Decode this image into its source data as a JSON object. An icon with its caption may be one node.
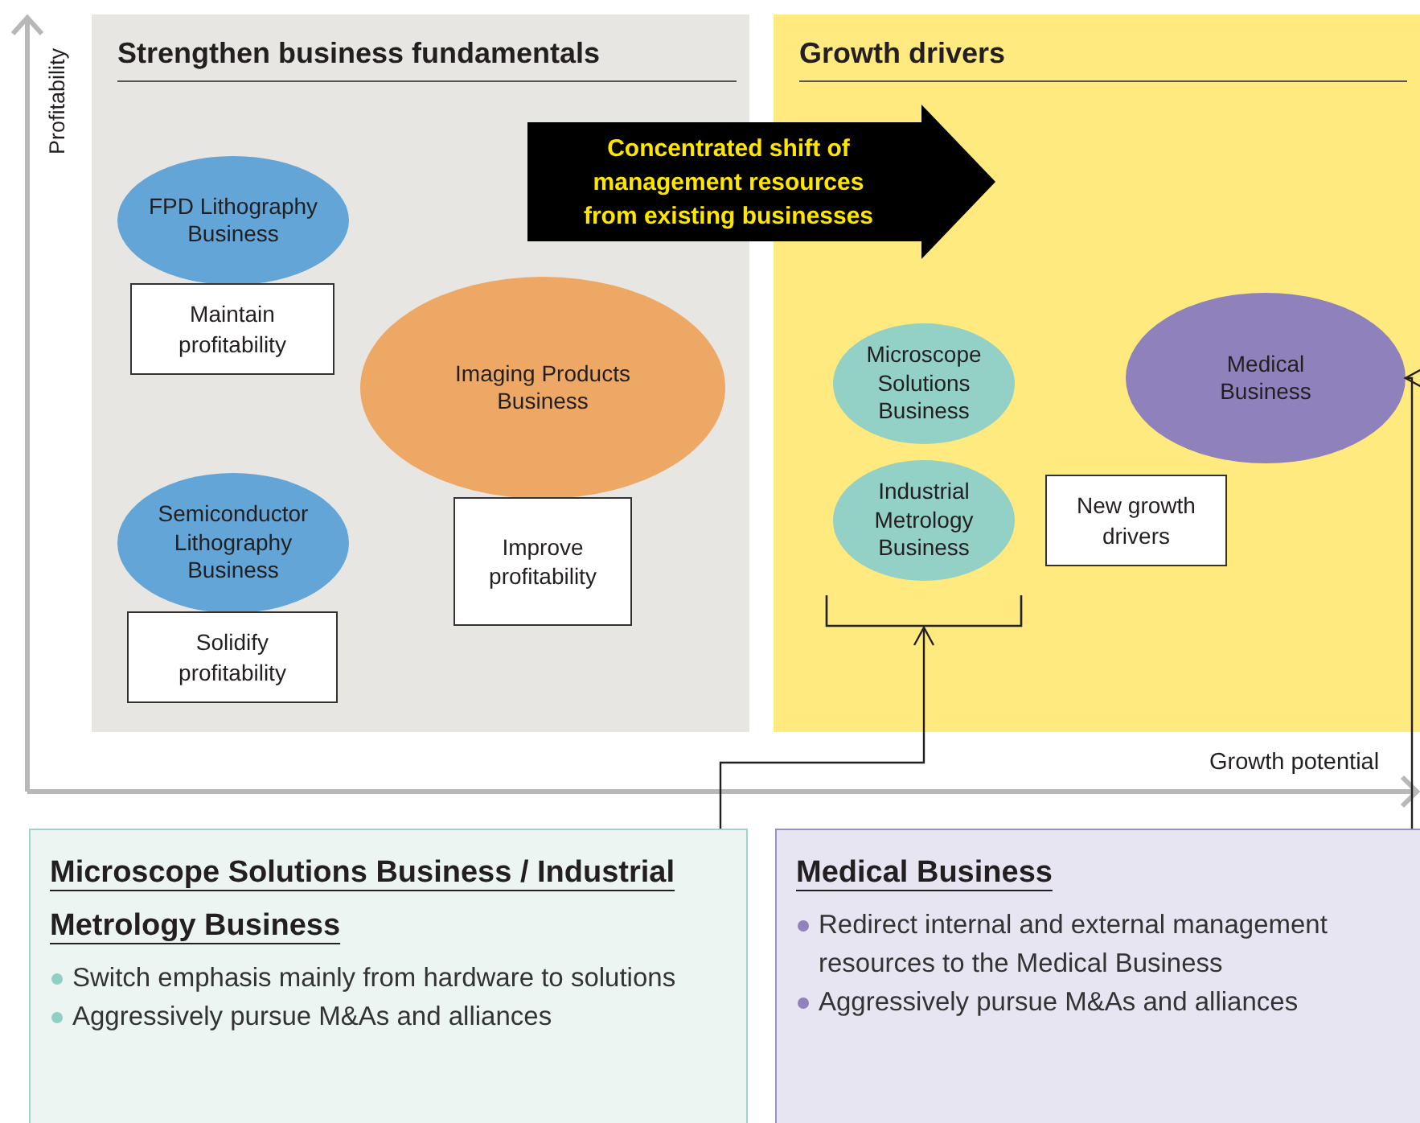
{
  "diagram": {
    "nodes": [
      {
        "text": [
          "Strengthen business fundamentals"
        ]
      },
      {
        "text": [
          "FPD Lithography Business"
        ],
        "in": 0
      },
      {
        "text": [
          "Maintain profitability"
        ],
        "in": 0
      },
      {
        "text": [
          "Imaging Products Business"
        ],
        "in": 0
      },
      {
        "text": [
          "Improve profitability"
        ],
        "in": 0
      },
      {
        "text": [
          "Semiconductor Lithography Business"
        ],
        "in": 0
      },
      {
        "text": [
          "Solidify profitability"
        ],
        "in": 0
      },
      {
        "text": [
          "Concentrated shift of management resources from existing businesses"
        ]
      },
      {
        "text": [
          "Growth drivers"
        ]
      },
      {
        "text": [
          "Microscope Solutions Business"
        ],
        "in": 8
      },
      {
        "text": [
          "Industrial Metrology Business"
        ],
        "in": 8
      },
      {
        "text": [
          "New growth drivers"
        ],
        "in": 8
      },
      {
        "text": [
          "Medical Business"
        ],
        "in": 8
      },
      {
        "text": [],
        "shape": "bracket",
        "in": 8
      },
      {
        "text": [
          "Microscope Solutions Business / Industrial Metrology Business",
          "Switch emphasis mainly from hardware to solutions",
          "Aggressively pursue M&As and alliances"
        ]
      },
      {
        "text": [
          "Medical Business",
          "Redirect internal and external management resources to the Medical Business",
          "Aggressively pursue M&As and alliances"
        ]
      }
    ],
    "edges": [
      {
        "from": 14,
        "to": 13,
        "arrow": "to"
      },
      {
        "from": 15,
        "to": 12,
        "arrow": "to"
      }
    ],
    "labels": [
      "Profitability",
      "Growth potential"
    ]
  }
}
